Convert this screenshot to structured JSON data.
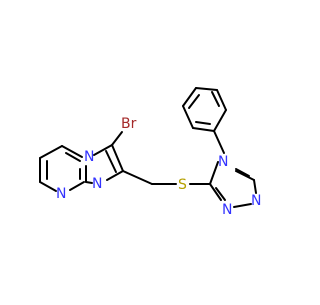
{
  "molecule": {
    "atoms": {
      "br": "Br",
      "n_bridge": "N",
      "n_pyr": "N",
      "n_imid": "N",
      "s": "S",
      "n_ph": "N",
      "n_tri1": "N",
      "n_tri2": "N"
    },
    "colors": {
      "bond": "#000000",
      "nitrogen": "#3333ff",
      "bromine": "#a52a2a",
      "sulfur": "#b5a000"
    }
  }
}
